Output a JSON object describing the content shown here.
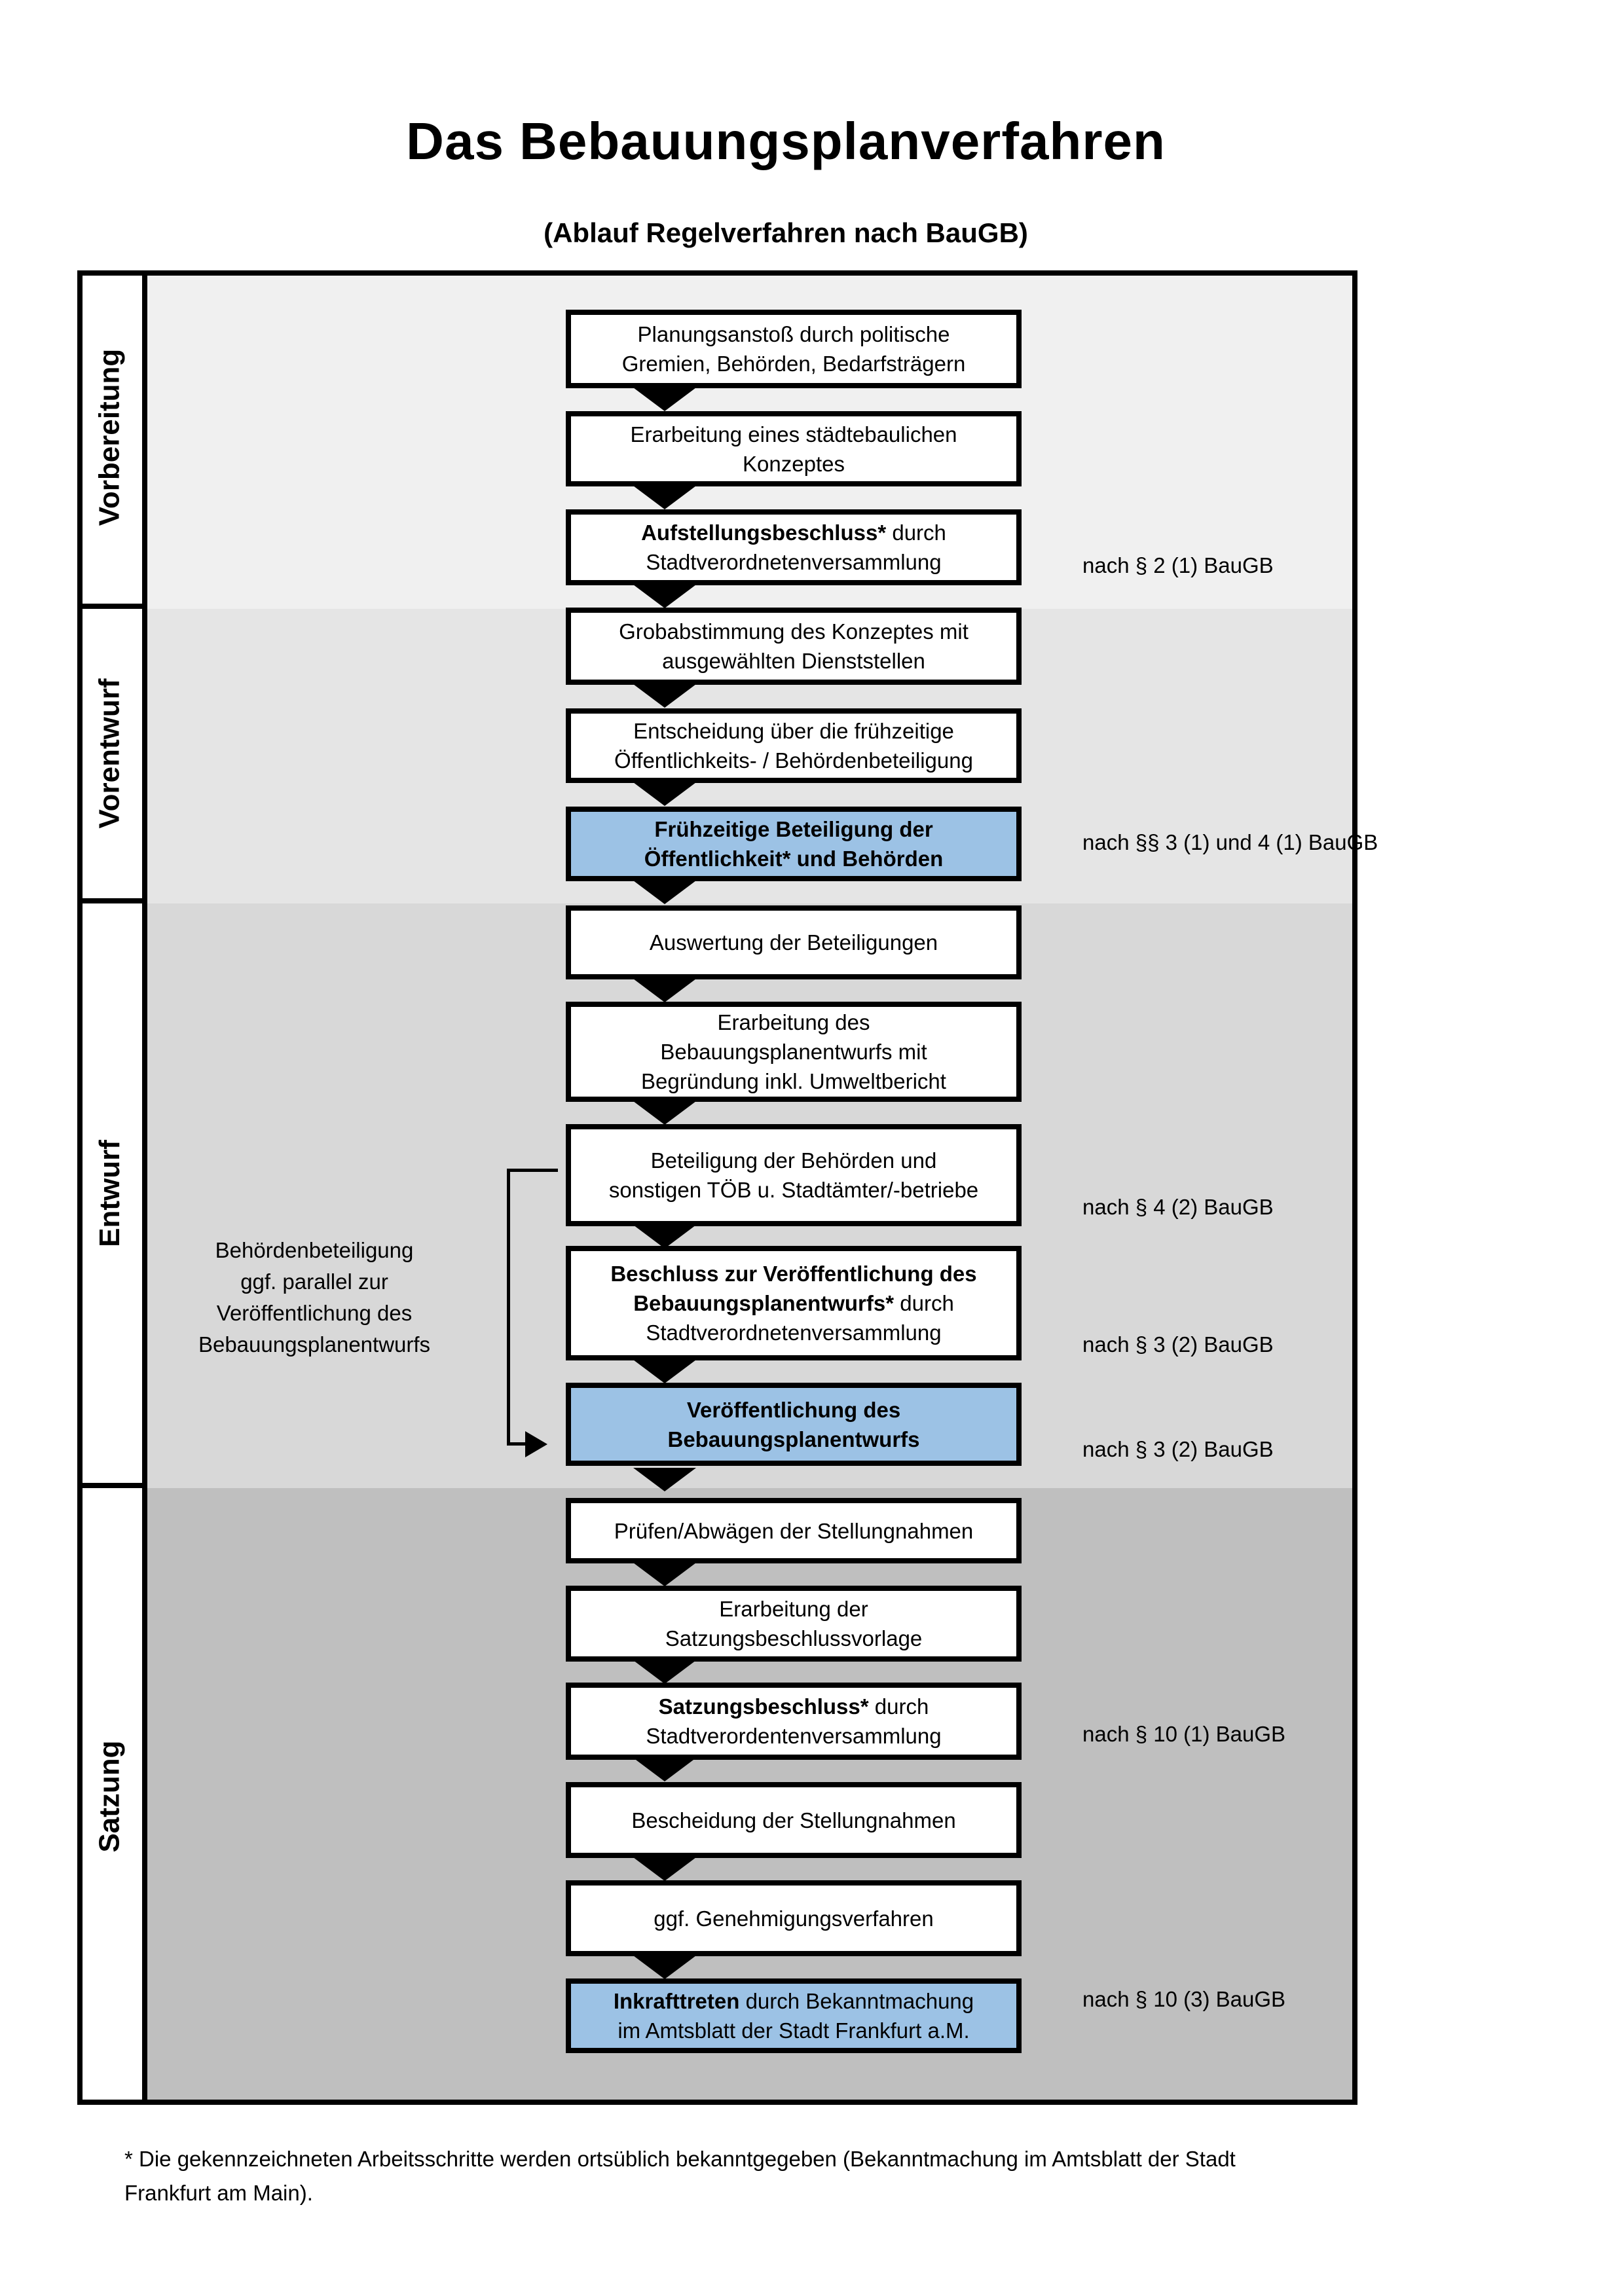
{
  "title": "Das Bebauungsplanverfahren",
  "subtitle": "(Ablauf Regelverfahren nach BauGB)",
  "phases": [
    {
      "label": "Vorbereitung"
    },
    {
      "label": "Vorentwurf"
    },
    {
      "label": "Entwurf"
    },
    {
      "label": "Satzung"
    }
  ],
  "steps": [
    {
      "highlighted": false,
      "lines": [
        {
          "b": "",
          "t": "Planungsanstoß durch politische"
        },
        {
          "b": "",
          "t": "Gremien, Behörden, Bedarfsträgern"
        }
      ]
    },
    {
      "highlighted": false,
      "lines": [
        {
          "b": "",
          "t": "Erarbeitung eines städtebaulichen"
        },
        {
          "b": "",
          "t": "Konzeptes"
        }
      ]
    },
    {
      "highlighted": false,
      "lines": [
        {
          "b": "Aufstellungsbeschluss*",
          "t": " durch"
        },
        {
          "b": "",
          "t": "Stadtverordnetenversammlung"
        }
      ]
    },
    {
      "highlighted": false,
      "lines": [
        {
          "b": "",
          "t": "Grobabstimmung des Konzeptes mit"
        },
        {
          "b": "",
          "t": "ausgewählten Dienststellen"
        }
      ]
    },
    {
      "highlighted": false,
      "lines": [
        {
          "b": "",
          "t": "Entscheidung über die frühzeitige"
        },
        {
          "b": "",
          "t": "Öffentlichkeits- / Behördenbeteiligung"
        }
      ]
    },
    {
      "highlighted": true,
      "lines": [
        {
          "b": "Frühzeitige Beteiligung der",
          "t": ""
        },
        {
          "b": "Öffentlichkeit* und Behörden",
          "t": ""
        }
      ]
    },
    {
      "highlighted": false,
      "lines": [
        {
          "b": "",
          "t": "Auswertung der Beteiligungen"
        }
      ]
    },
    {
      "highlighted": false,
      "lines": [
        {
          "b": "",
          "t": "Erarbeitung des"
        },
        {
          "b": "",
          "t": "Bebauungsplanentwurfs mit"
        },
        {
          "b": "",
          "t": "Begründung inkl. Umweltbericht"
        }
      ]
    },
    {
      "highlighted": false,
      "lines": [
        {
          "b": "",
          "t": "Beteiligung der Behörden und"
        },
        {
          "b": "",
          "t": "sonstigen TÖB u. Stadtämter/-betriebe"
        }
      ]
    },
    {
      "highlighted": false,
      "lines": [
        {
          "b": "Beschluss zur Veröffentlichung des",
          "t": ""
        },
        {
          "b": "Bebauungsplanentwurfs*",
          "t": " durch"
        },
        {
          "b": "",
          "t": "Stadtverordnetenversammlung"
        }
      ]
    },
    {
      "highlighted": true,
      "lines": [
        {
          "b": "Veröffentlichung des",
          "t": ""
        },
        {
          "b": "Bebauungsplanentwurfs",
          "t": ""
        }
      ]
    },
    {
      "highlighted": false,
      "lines": [
        {
          "b": "",
          "t": "Prüfen/Abwägen der Stellungnahmen"
        }
      ]
    },
    {
      "highlighted": false,
      "lines": [
        {
          "b": "",
          "t": "Erarbeitung der"
        },
        {
          "b": "",
          "t": "Satzungsbeschlussvorlage"
        }
      ]
    },
    {
      "highlighted": false,
      "lines": [
        {
          "b": "Satzungsbeschluss*",
          "t": " durch"
        },
        {
          "b": "",
          "t": "Stadtverordentenversammlung"
        }
      ]
    },
    {
      "highlighted": false,
      "lines": [
        {
          "b": "",
          "t": "Bescheidung der Stellungnahmen"
        }
      ]
    },
    {
      "highlighted": false,
      "lines": [
        {
          "b": "",
          "t": "ggf. Genehmigungsverfahren"
        }
      ]
    },
    {
      "highlighted": true,
      "lines": [
        {
          "b": "Inkrafttreten",
          "t": " durch Bekanntmachung"
        },
        {
          "b": "",
          "t": "im Amtsblatt der Stadt Frankfurt a.M."
        }
      ]
    }
  ],
  "legal_refs": [
    "nach § 2 (1) BauGB",
    "nach §§ 3 (1) und 4 (1) BauGB",
    "nach § 4 (2) BauGB",
    "nach § 3 (2) BauGB",
    "nach § 3 (2) BauGB",
    "nach § 10 (1) BauGB",
    "nach § 10 (3) BauGB"
  ],
  "side_note": {
    "lines": [
      "Behördenbeteiligung",
      "ggf. parallel zur",
      "Veröffentlichung des",
      "Bebauungsplanentwurfs"
    ]
  },
  "footnote": {
    "lines": [
      "* Die gekennzeichneten Arbeitsschritte werden ortsüblich bekanntgegeben (Bekanntmachung im Amtsblatt  der Stadt",
      "Frankfurt am Main)."
    ]
  },
  "colors": {
    "highlight_box": "#9cc2e5",
    "phase_backgrounds": [
      "#f0f0f0",
      "#e5e5e5",
      "#d8d8d8",
      "#bfbfbf"
    ],
    "border": "#000000"
  }
}
